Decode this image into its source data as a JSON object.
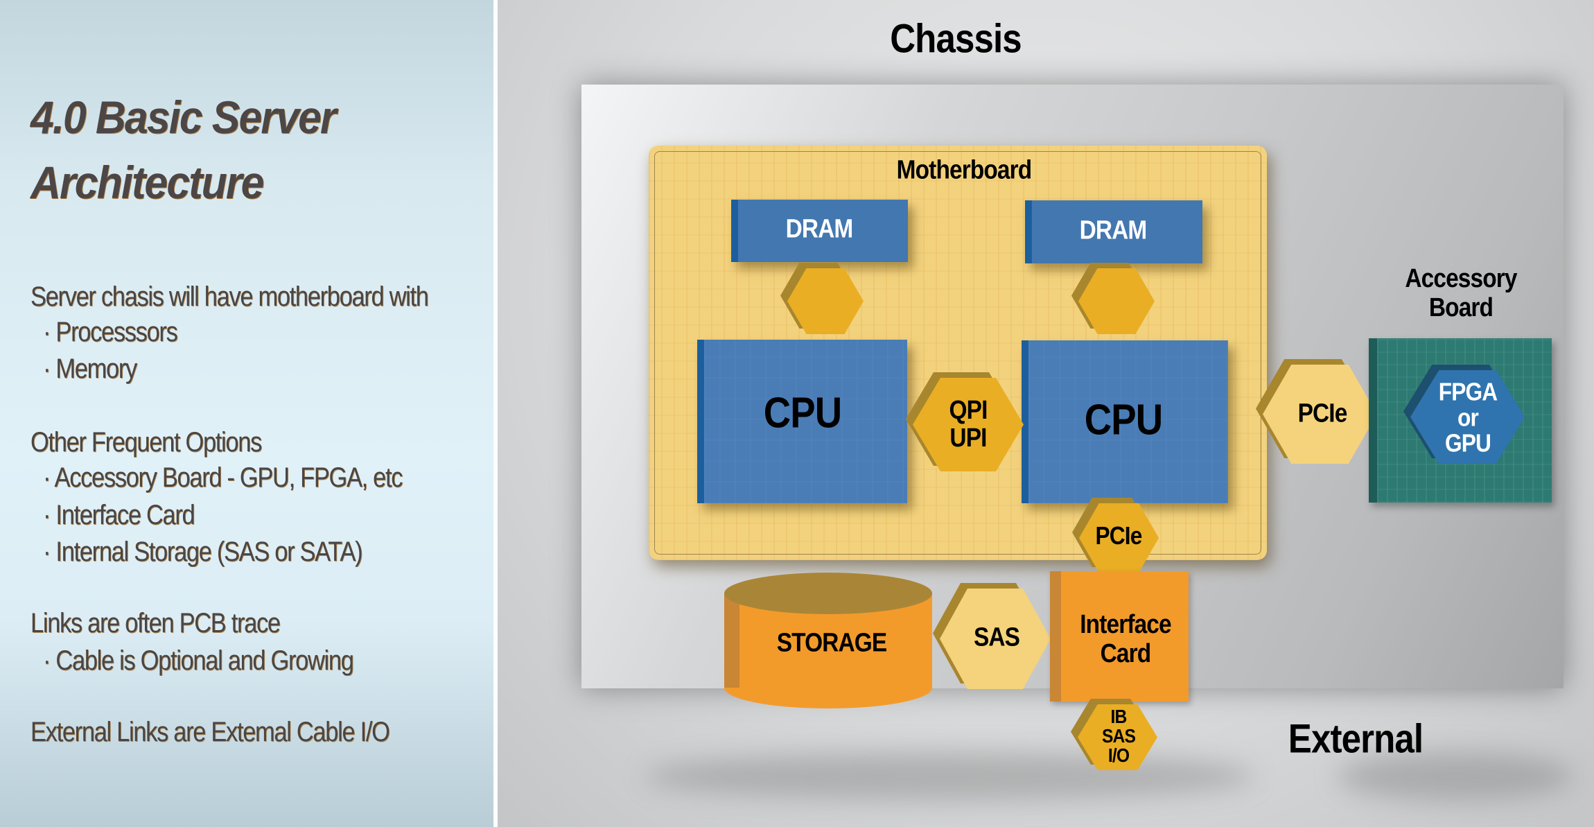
{
  "slide": {
    "title_line1": "4.0  Basic Server",
    "title_line2": "Architecture",
    "body": [
      {
        "text": "Server chasis will have motherboard with",
        "level": 0
      },
      {
        "text": "· Processsors",
        "level": 1
      },
      {
        "text": "· Memory",
        "level": 1
      },
      {
        "text": "Other Frequent Options",
        "level": 0
      },
      {
        "text": "· Accessory Board - GPU, FPGA, etc",
        "level": 1
      },
      {
        "text": "· Interface Card",
        "level": 1
      },
      {
        "text": "· Internal Storage (SAS or SATA)",
        "level": 1
      },
      {
        "text": "Links are often PCB trace",
        "level": 0
      },
      {
        "text": "· Cable is Optional and Growing",
        "level": 1
      },
      {
        "text": "External Links are Extemal Cable I/O",
        "level": 0
      }
    ]
  },
  "diagram": {
    "chassis_label": "Chassis",
    "motherboard_label": "Motherboard",
    "dram1": "DRAM",
    "dram2": "DRAM",
    "cpu1": "CPU",
    "cpu2": "CPU",
    "qpi_line1": "QPI",
    "qpi_line2": "UPI",
    "pcie_accessory": "PCIe",
    "accessory_line1": "Accessory",
    "accessory_line2": "Board",
    "fpga_line1": "FPGA",
    "fpga_line2": "or",
    "fpga_line3": "GPU",
    "pcie_interface": "PCIe",
    "storage": "STORAGE",
    "sas": "SAS",
    "interface_line1": "Interface",
    "interface_line2": "Card",
    "io_line1": "IB",
    "io_line2": "SAS",
    "io_line3": "I/O",
    "external_label": "External",
    "colors": {
      "cpu_blue": "#4a7db6",
      "motherboard_yellow": "#f3d27e",
      "link_gold": "#e9ae24",
      "link_light": "#f5d37c",
      "storage_orange": "#f29b2b",
      "accessory_teal": "#2d7a72"
    }
  }
}
